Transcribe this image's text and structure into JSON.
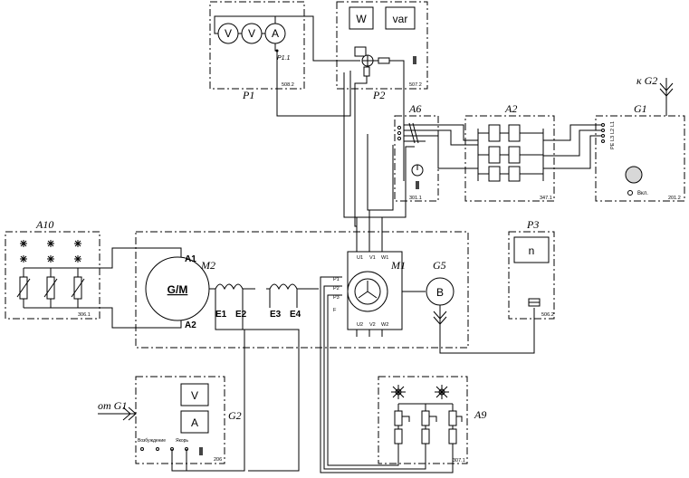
{
  "modules": {
    "p1": {
      "label": "P1",
      "code": "508.2",
      "sub": "P1.1",
      "meters": [
        "V",
        "V",
        "A"
      ]
    },
    "p2": {
      "label": "P2",
      "code": "507.2",
      "meters": [
        "W",
        "var"
      ]
    },
    "a6": {
      "label": "A6",
      "code": "301.1"
    },
    "a2": {
      "label": "A2",
      "code": "347.1"
    },
    "g1": {
      "label": "G1",
      "code": "201.2",
      "feed": "к G2",
      "terms": [
        "L1",
        "L2",
        "L3",
        "PE"
      ],
      "switch": "Вкл."
    },
    "a10": {
      "label": "A10",
      "code": "306.1"
    },
    "m2": {
      "label": "M2",
      "core": "G/M",
      "terms": [
        "A1",
        "A2",
        "E1",
        "E2",
        "E3",
        "E4"
      ]
    },
    "m1": {
      "label": "M1",
      "top": [
        "U1",
        "V1",
        "W1"
      ],
      "bottom": [
        "U2",
        "V2",
        "W2"
      ],
      "rotor": [
        "P1",
        "P2",
        "P3",
        "F"
      ]
    },
    "g5": {
      "label": "G5",
      "core": "B"
    },
    "p3": {
      "label": "P3",
      "code": "506.2",
      "meter": "n"
    },
    "g2": {
      "label": "G2",
      "code": "206",
      "meters": [
        "V",
        "A"
      ],
      "from": "от G1",
      "ctrl": [
        "Возбуждение",
        "Якорь"
      ]
    },
    "a9": {
      "label": "A9",
      "code": "307.1"
    }
  },
  "colors": {
    "line": "#000000",
    "background": "#ffffff"
  },
  "icons": [
    "lamp-icon",
    "resistor-icon",
    "transformer-icon",
    "switch-icon",
    "ground-arrow-icon"
  ]
}
